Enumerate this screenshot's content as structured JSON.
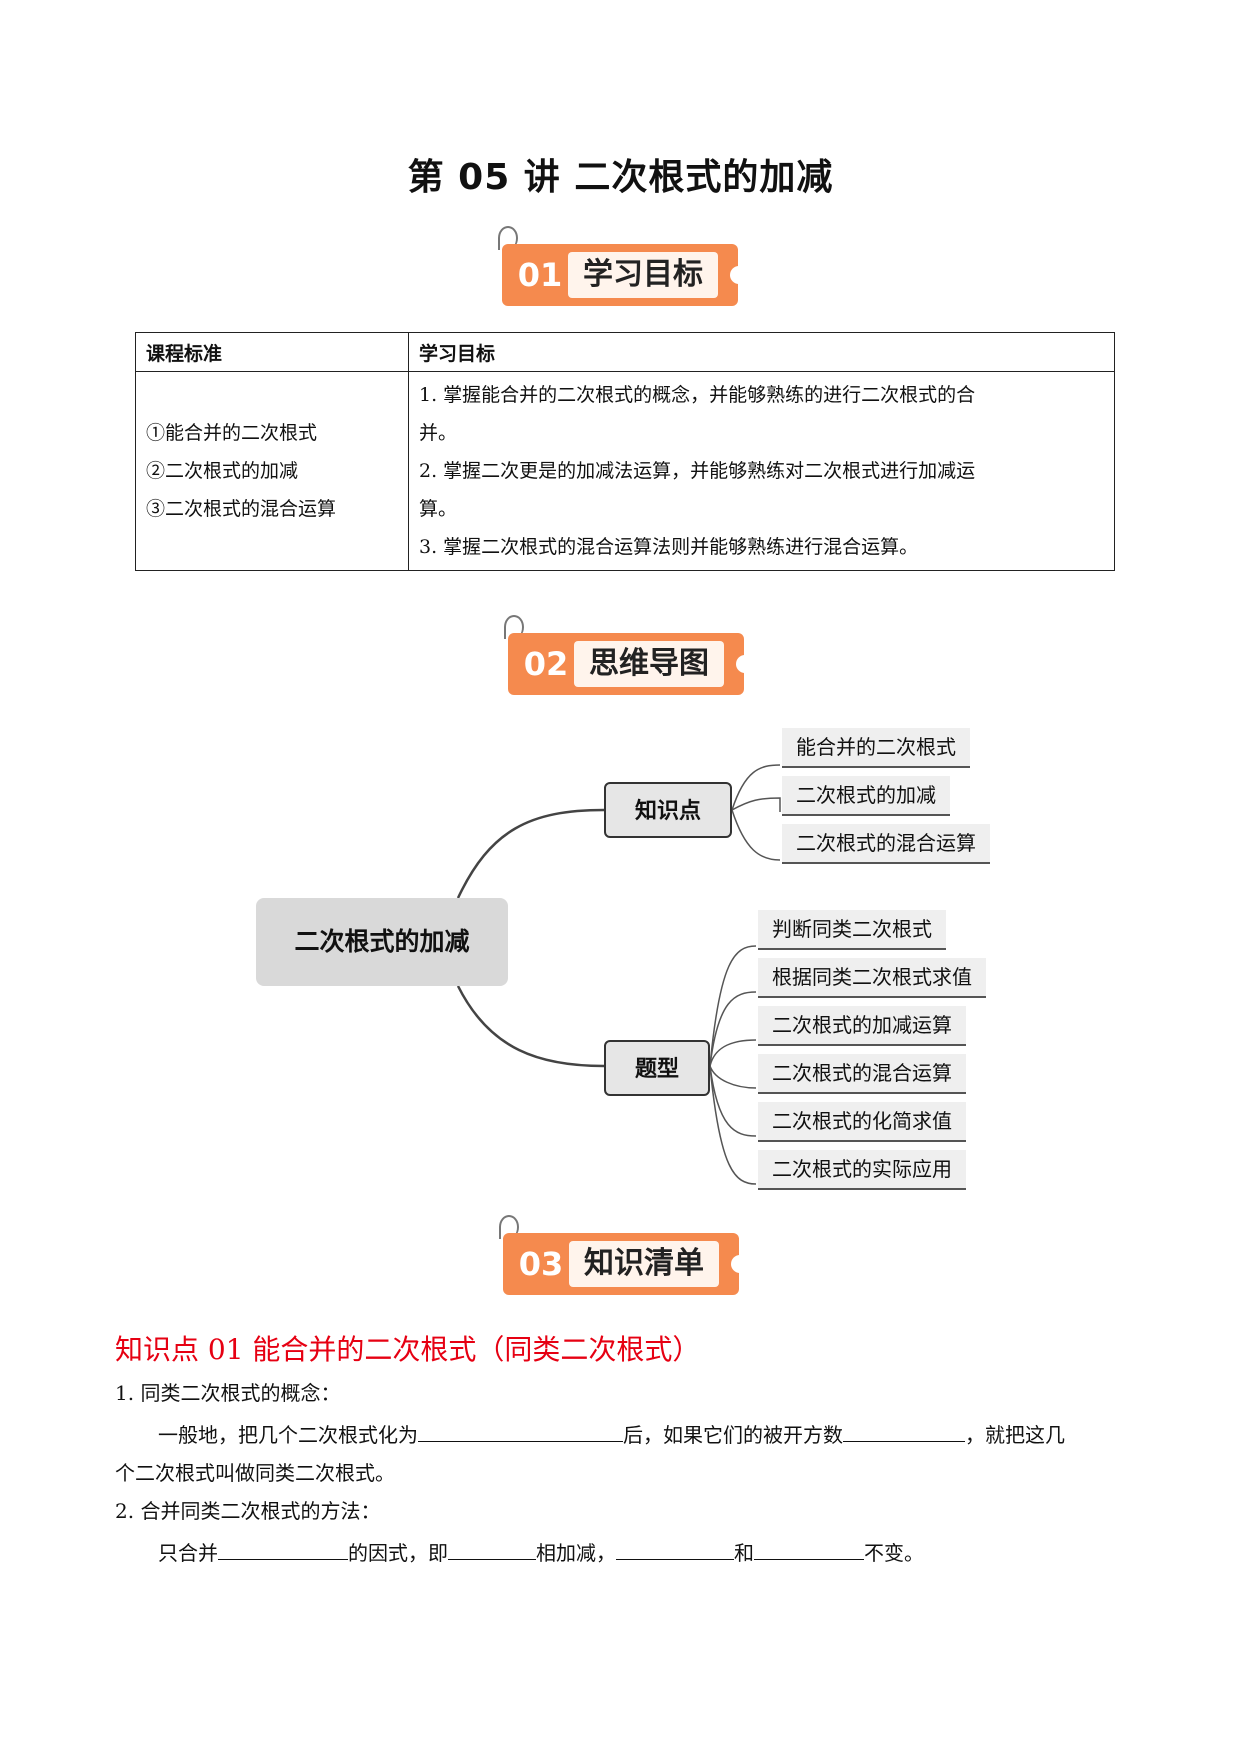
{
  "title": "第 05 讲  二次根式的加减",
  "banners": [
    {
      "num": "01",
      "label": "学习目标"
    },
    {
      "num": "02",
      "label": "思维导图"
    },
    {
      "num": "03",
      "label": "知识清单"
    }
  ],
  "table": {
    "headers": [
      "课程标准",
      "学习目标"
    ],
    "standards": [
      "①能合并的二次根式",
      "②二次根式的加减",
      "③二次根式的混合运算"
    ],
    "goals": [
      "1. 掌握能合并的二次根式的概念，并能够熟练的进行二次根式的合",
      "并。",
      "2. 掌握二次更是的加减法运算，并能够熟练对二次根式进行加减运",
      "算。",
      "3. 掌握二次根式的混合运算法则并能够熟练进行混合运算。"
    ]
  },
  "mindmap": {
    "root": "二次根式的加减",
    "branches": [
      {
        "label": "知识点",
        "leaves": [
          "能合并的二次根式",
          "二次根式的加减",
          "二次根式的混合运算"
        ]
      },
      {
        "label": "题型",
        "leaves": [
          "判断同类二次根式",
          "根据同类二次根式求值",
          "二次根式的加减运算",
          "二次根式的混合运算",
          "二次根式的化简求值",
          "二次根式的实际应用"
        ]
      }
    ]
  },
  "knowledge": {
    "title": "知识点 01  能合并的二次根式（同类二次根式）",
    "item1_heading": "1. 同类二次根式的概念：",
    "item1_text_a": "一般地，把几个二次根式化为",
    "item1_text_b": "后，如果它们的被开方数",
    "item1_text_c": "，就把这几",
    "item1_text_d": "个二次根式叫做同类二次根式。",
    "item2_heading": "2. 合并同类二次根式的方法：",
    "item2_text_a": "只合并",
    "item2_text_b": "的因式，即",
    "item2_text_c": "相加减，",
    "item2_text_d": "和",
    "item2_text_e": "不变。"
  }
}
